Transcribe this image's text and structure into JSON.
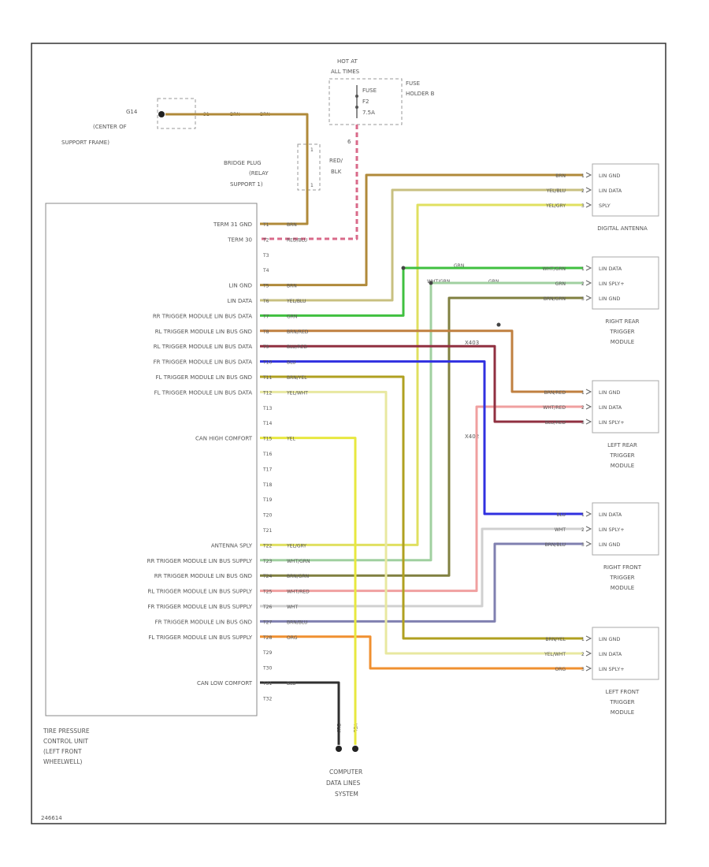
{
  "colors": {
    "brn": "#b08a3a",
    "red_blu": "#d96a8a",
    "yel_blu": "#c8c080",
    "yel_gry": "#e0e060",
    "grn": "#40c040",
    "wht_grn": "#a0d0a0",
    "brn_grn": "#808040",
    "brn_red": "#c08040",
    "blu_red": "#903040",
    "wht_red": "#f0a0a0",
    "blu": "#3030e0",
    "brn_yel": "#b0a020",
    "yel_wht": "#e8e8a0",
    "yel": "#e8e840",
    "wht": "#d0d0d0",
    "brn_blu": "#8080b0",
    "org": "#f09030",
    "blk": "#303030",
    "frame": "#333333"
  },
  "fuse": {
    "hot_at_1": "HOT AT",
    "hot_at_2": "ALL TIMES",
    "fuse_label": "FUSE",
    "fuse_id": "F2",
    "fuse_amp": "7.5A",
    "holder_1": "FUSE",
    "holder_2": "HOLDER B",
    "wire_no": "6",
    "wire_color": "RED/BLU"
  },
  "ground": {
    "name": "G14",
    "desc_1": "(CENTER OF",
    "desc_2": "SUPPORT FRAME)",
    "pin": "31",
    "wire": "BRN"
  },
  "relay_support": {
    "line1": "BRIDGE PLUG",
    "line2": "(RELAY",
    "line3": "SUPPORT 1)",
    "pin_top": "1",
    "pin_bottom": "1",
    "red_label_1": "RED/",
    "red_label_2": "BLK"
  },
  "control_unit": {
    "name_1": "TIRE PRESSURE",
    "name_2": "CONTROL UNIT",
    "name_3": "(LEFT FRONT",
    "name_4": "WHEELWELL)",
    "labels": [
      "TERM 31 GND",
      "TERM 30",
      "LIN GND",
      "LIN DATA",
      "RR TRIGGER MODULE LIN BUS DATA",
      "RL TRIGGER MODULE LIN BUS GND",
      "RL TRIGGER MODULE LIN BUS DATA",
      "FR TRIGGER MODULE LIN BUS DATA",
      "FL TRIGGER MODULE LIN BUS GND",
      "FL TRIGGER MODULE LIN BUS DATA",
      "CAN HIGH COMFORT",
      "ANTENNA SPLY",
      "RR TRIGGER MODULE LIN BUS SUPPLY",
      "RR TRIGGER MODULE LIN BUS GND",
      "RL TRIGGER MODULE LIN BUS SUPPLY",
      "FR TRIGGER MODULE LIN BUS SUPPLY",
      "FR TRIGGER MODULE LIN BUS GND",
      "FL TRIGGER MODULE LIN BUS SUPPLY",
      "CAN LOW COMFORT"
    ],
    "pins": [
      "T1",
      "T2",
      "T3",
      "T4",
      "T5",
      "T6",
      "T7",
      "T8",
      "T9",
      "T10",
      "T11",
      "T12",
      "T13",
      "T14",
      "T15",
      "T16",
      "T17",
      "T18",
      "T19",
      "T20",
      "T21",
      "T22",
      "T23",
      "T24",
      "T25",
      "T26",
      "T27",
      "T28",
      "T29",
      "T30",
      "T31",
      "T32"
    ],
    "wire_colors": [
      "BRN",
      "RED/BLU",
      "",
      "",
      "BRN",
      "YEL/BLU",
      "GRN",
      "BRN/RED",
      "BLU/RED",
      "BLU",
      "BRN/YEL",
      "YEL/WHT",
      "",
      "",
      "YEL",
      "",
      "",
      "",
      "",
      "",
      "",
      "YEL/GRY",
      "WHT/GRN",
      "BRN/GRN",
      "WHT/RED",
      "WHT",
      "BRN/BLU",
      "ORG",
      "",
      "",
      "BLU",
      ""
    ]
  },
  "modules": [
    {
      "name": [
        "DIGITAL ANTENNA"
      ],
      "pins": [
        "LIN GND",
        "LIN DATA",
        "SPLY"
      ],
      "wires": [
        "BRN",
        "YEL/BLU",
        "YEL/GRY"
      ],
      "nums": [
        "1",
        "2",
        "3"
      ]
    },
    {
      "name": [
        "RIGHT REAR",
        "TRIGGER",
        "MODULE"
      ],
      "pins": [
        "LIN DATA",
        "LIN SPLY+",
        "LIN GND"
      ],
      "wires": [
        "WHT/GRN",
        "GRN",
        "BRN/GRN"
      ],
      "nums": [
        "1",
        "2",
        "3"
      ]
    },
    {
      "name": [
        "LEFT REAR",
        "TRIGGER",
        "MODULE"
      ],
      "pins": [
        "LIN GND",
        "LIN DATA",
        "LIN SPLY+"
      ],
      "wires": [
        "BRN/RED",
        "WHT/RED",
        "BLU/RED"
      ],
      "nums": [
        "1",
        "2",
        "3"
      ]
    },
    {
      "name": [
        "RIGHT FRONT",
        "TRIGGER",
        "MODULE"
      ],
      "pins": [
        "LIN DATA",
        "LIN SPLY+",
        "LIN GND"
      ],
      "wires": [
        "BLU",
        "WHT",
        "BRN/BLU"
      ],
      "nums": [
        "1",
        "2",
        "3"
      ]
    },
    {
      "name": [
        "LEFT FRONT",
        "TRIGGER",
        "MODULE"
      ],
      "pins": [
        "LIN GND",
        "LIN DATA",
        "LIN SPLY+"
      ],
      "wires": [
        "BRN/YEL",
        "YEL/WHT",
        "ORG"
      ],
      "nums": [
        "1",
        "2",
        "3"
      ]
    }
  ],
  "splices": {
    "mid_left": "GRN",
    "mid_right": "WHT/GRN",
    "rl_grn": "GRN",
    "rr_label": "X403",
    "rl_label": "X402"
  },
  "bottom": {
    "wire_blu": "BLU",
    "wire_yel": "YEL",
    "sys_1": "COMPUTER",
    "sys_2": "DATA LINES",
    "sys_3": "SYSTEM"
  },
  "footer": "246614"
}
